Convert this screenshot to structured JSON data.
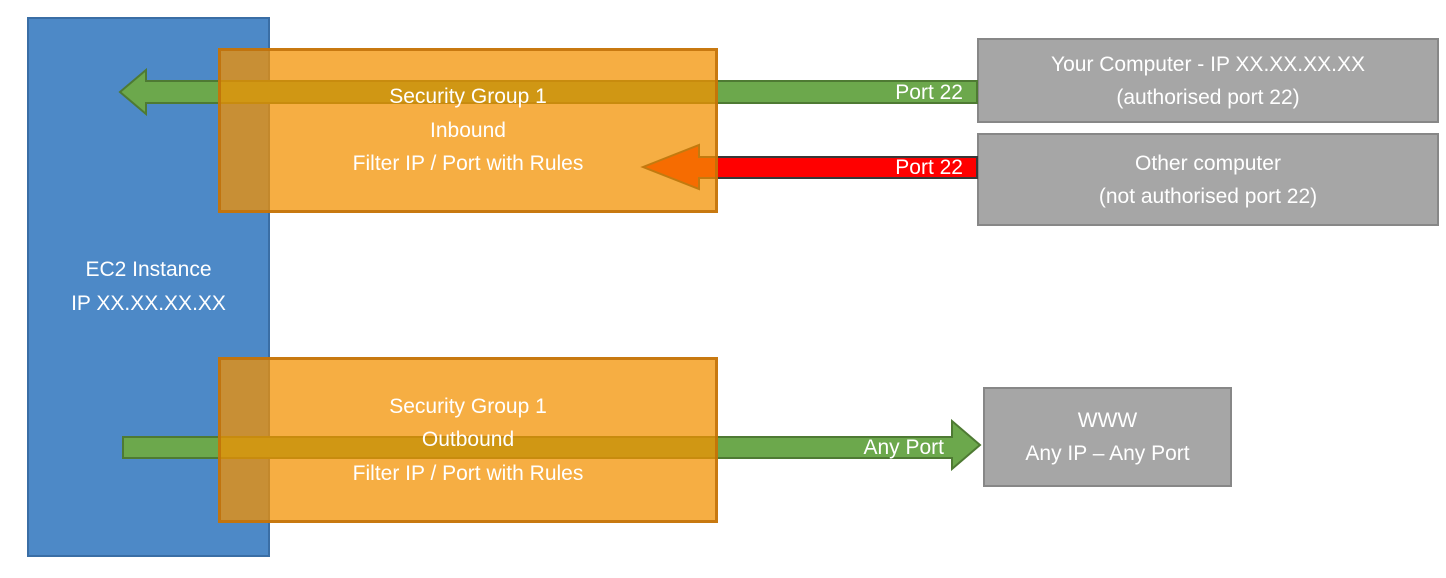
{
  "diagram": {
    "title_hint": "AWS EC2 Security Group inbound/outbound filtering diagram",
    "ec2_instance": {
      "line1": "EC2 Instance",
      "line2": "IP XX.XX.XX.XX"
    },
    "security_group_inbound": {
      "line1": "Security Group 1",
      "line2": "Inbound",
      "line3": "Filter IP / Port with Rules"
    },
    "security_group_outbound": {
      "line1": "Security Group 1",
      "line2": "Outbound",
      "line3": "Filter IP / Port with Rules"
    },
    "your_computer": {
      "line1": "Your Computer - IP XX.XX.XX.XX",
      "line2": "(authorised port 22)"
    },
    "other_computer": {
      "line1": "Other computer",
      "line2": "(not authorised port 22)"
    },
    "www": {
      "line1": "WWW",
      "line2": "Any IP – Any Port"
    },
    "labels": {
      "inbound_allowed_port": "Port 22",
      "inbound_blocked_port": "Port 22",
      "outbound_port": "Any Port"
    },
    "colors": {
      "ec2_fill": "#4D89C7",
      "ec2_border": "#3A6EA5",
      "security_group_fill": "#F39202",
      "security_group_border": "#BF7007",
      "allowed_arrow_fill": "#6CA84C",
      "allowed_arrow_border": "#4E7A33",
      "blocked_arrow_fill": "#FF0000",
      "blocked_arrow_border": "#383838",
      "endpoint_fill": "#A6A6A6",
      "endpoint_border": "#878787",
      "text": "#FFFFFF"
    }
  }
}
